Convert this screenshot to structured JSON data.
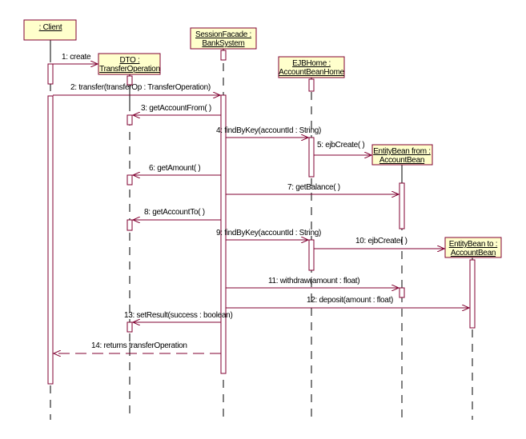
{
  "diagram": {
    "type": "UML sequence diagram",
    "colors": {
      "line": "#800030",
      "object_fill": "#ffffcc",
      "lifeline": "#000000",
      "activation_fill": "#ffffff"
    },
    "objects": [
      {
        "id": "client",
        "lines": [
          ": Client"
        ]
      },
      {
        "id": "dto",
        "lines": [
          "DTO :",
          "TransferOperation"
        ]
      },
      {
        "id": "session",
        "lines": [
          "SessionFacade :",
          "BankSystem"
        ]
      },
      {
        "id": "home",
        "lines": [
          "EJBHome :",
          "AccountBeanHome"
        ]
      },
      {
        "id": "from",
        "lines": [
          "EntityBean from :",
          "AccountBean"
        ]
      },
      {
        "id": "to",
        "lines": [
          "EntityBean to :",
          "AccountBean"
        ]
      }
    ],
    "messages": [
      {
        "n": 1,
        "label": "1: create",
        "from": "client",
        "to": "dto",
        "kind": "create"
      },
      {
        "n": 2,
        "label": "2: transfer(transferOp : TransferOperation)",
        "from": "client",
        "to": "session",
        "kind": "call"
      },
      {
        "n": 3,
        "label": "3: getAccountFrom( )",
        "from": "session",
        "to": "dto",
        "kind": "call"
      },
      {
        "n": 4,
        "label": "4: findByKey(accountId : String)",
        "from": "session",
        "to": "home",
        "kind": "call"
      },
      {
        "n": 5,
        "label": "5: ejbCreate( )",
        "from": "home",
        "to": "from",
        "kind": "create"
      },
      {
        "n": 6,
        "label": "6: getAmount( )",
        "from": "session",
        "to": "dto",
        "kind": "call"
      },
      {
        "n": 7,
        "label": "7: getBalance( )",
        "from": "session",
        "to": "from",
        "kind": "call"
      },
      {
        "n": 8,
        "label": "8: getAccountTo( )",
        "from": "session",
        "to": "dto",
        "kind": "call"
      },
      {
        "n": 9,
        "label": "9: findByKey(accountId : String)",
        "from": "session",
        "to": "home",
        "kind": "call"
      },
      {
        "n": 10,
        "label": "10: ejbCreate( )",
        "from": "home",
        "to": "to",
        "kind": "create"
      },
      {
        "n": 11,
        "label": "11: withdraw(amount : float)",
        "from": "session",
        "to": "from",
        "kind": "call"
      },
      {
        "n": 12,
        "label": "12: deposit(amount : float)",
        "from": "session",
        "to": "to",
        "kind": "call"
      },
      {
        "n": 13,
        "label": "13: setResult(success : boolean)",
        "from": "session",
        "to": "dto",
        "kind": "call"
      },
      {
        "n": 14,
        "label": "14: returns transferOperation",
        "from": "session",
        "to": "client",
        "kind": "return"
      }
    ]
  }
}
